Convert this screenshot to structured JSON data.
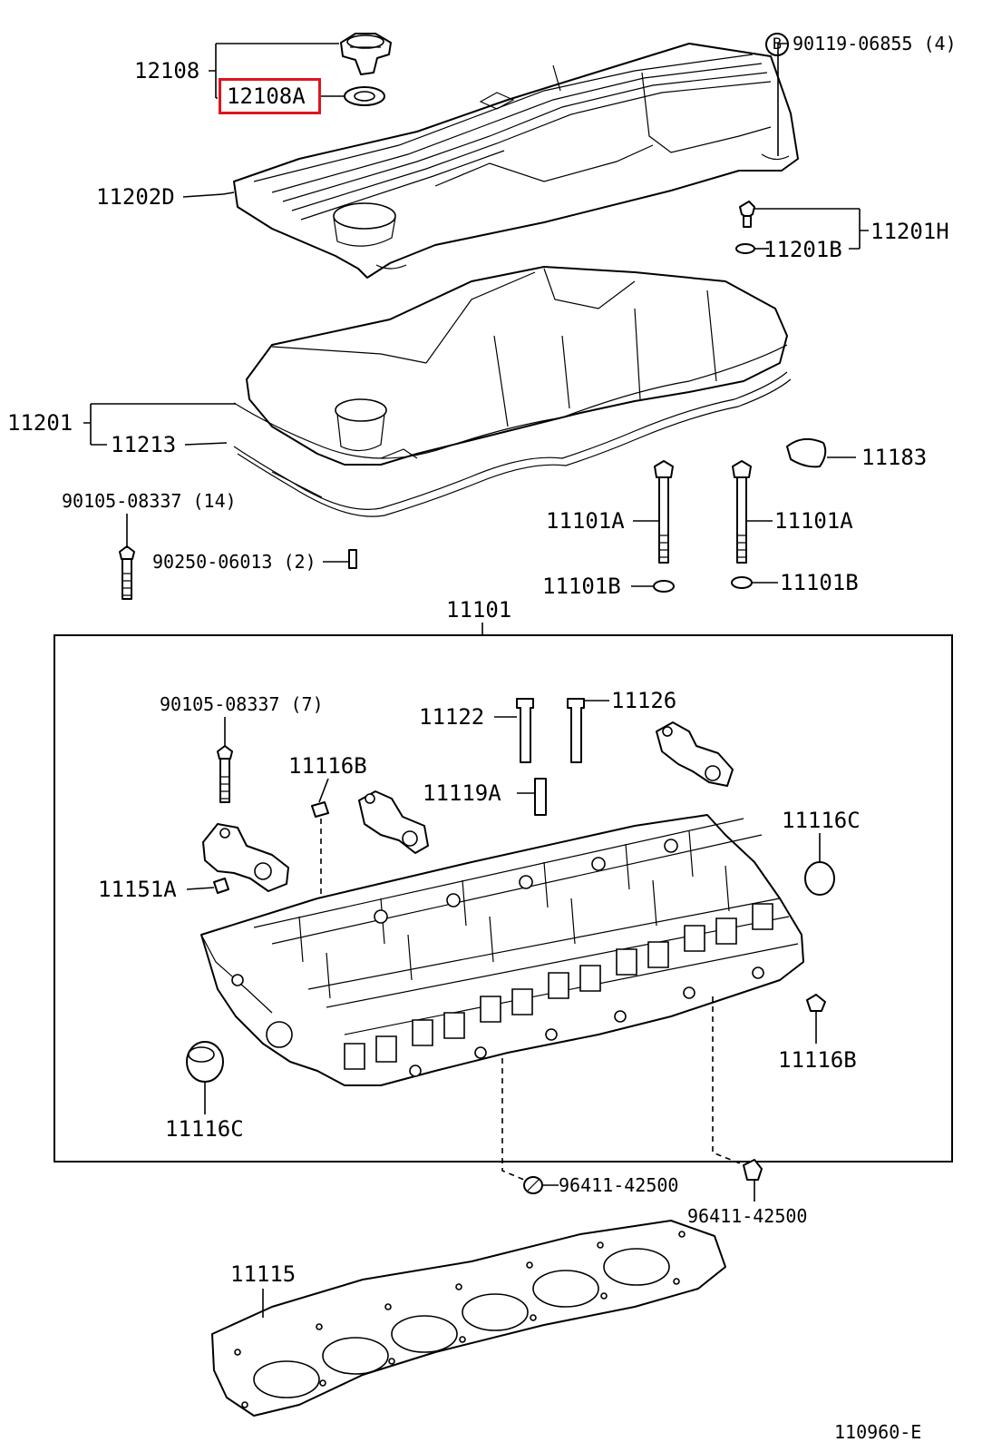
{
  "diagram": {
    "accent_colors": {
      "highlight": "#e0141e",
      "ink": "#000000"
    },
    "labels": {
      "l_12108": "12108",
      "l_12108A": "12108A",
      "l_90119": "90119-06855 (4)",
      "l_11202D": "11202D",
      "l_11201H": "11201H",
      "l_11201B": "11201B",
      "l_11201": "11201",
      "l_11213": "11213",
      "l_11183": "11183",
      "l_90105_14": "90105-08337 (14)",
      "l_90250": "90250-06013 (2)",
      "l_11101A_l": "11101A",
      "l_11101A_r": "11101A",
      "l_11101B_l": "11101B",
      "l_11101B_r": "11101B",
      "l_11101": "11101",
      "l_90105_7": "90105-08337 (7)",
      "l_11122": "11122",
      "l_11126": "11126",
      "l_11116B_top": "11116B",
      "l_11119A": "11119A",
      "l_11116C_r": "11116C",
      "l_11151A": "11151A",
      "l_11116B_bot": "11116B",
      "l_11116C_l": "11116C",
      "l_96411_a": "96411-42500",
      "l_96411_b": "96411-42500",
      "l_11115": "11115",
      "l_fig": "110960-E",
      "b_marker": "B"
    },
    "highlighted_part": "12108A"
  }
}
